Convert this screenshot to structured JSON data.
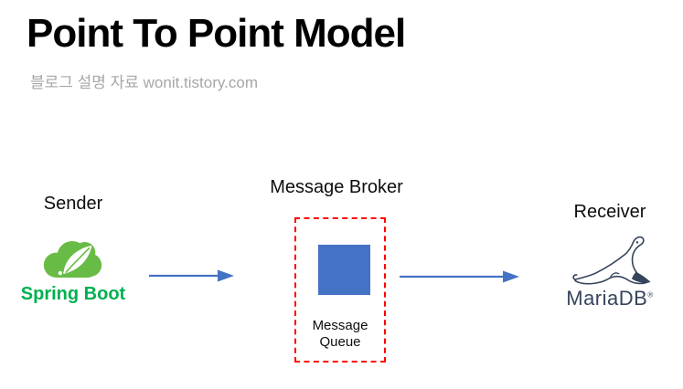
{
  "page": {
    "title": "Point To Point Model",
    "subtitle": "블로그 설명 자료 wonit.tistory.com"
  },
  "diagram": {
    "sender": {
      "label": "Sender",
      "logo": "spring-boot-logo",
      "caption": "Spring Boot"
    },
    "broker": {
      "label": "Message Broker",
      "queue_label": "Message\nQueue"
    },
    "receiver": {
      "label": "Receiver",
      "logo": "mariadb-logo",
      "wordmark": "MariaDB",
      "trademark": "®"
    },
    "flow": [
      {
        "from": "Sender",
        "to": "Message Broker"
      },
      {
        "from": "Message Broker",
        "to": "Receiver"
      }
    ],
    "colors": {
      "arrow_blue": "#4472C4",
      "queue_blue": "#4472C4",
      "broker_border_red": "#FF0000",
      "spring_green": "#68BC45",
      "spring_text_green": "#00B050",
      "mariadb_navy": "#36455C",
      "subtitle_gray": "#A6A6A6",
      "title_black": "#000000"
    }
  }
}
